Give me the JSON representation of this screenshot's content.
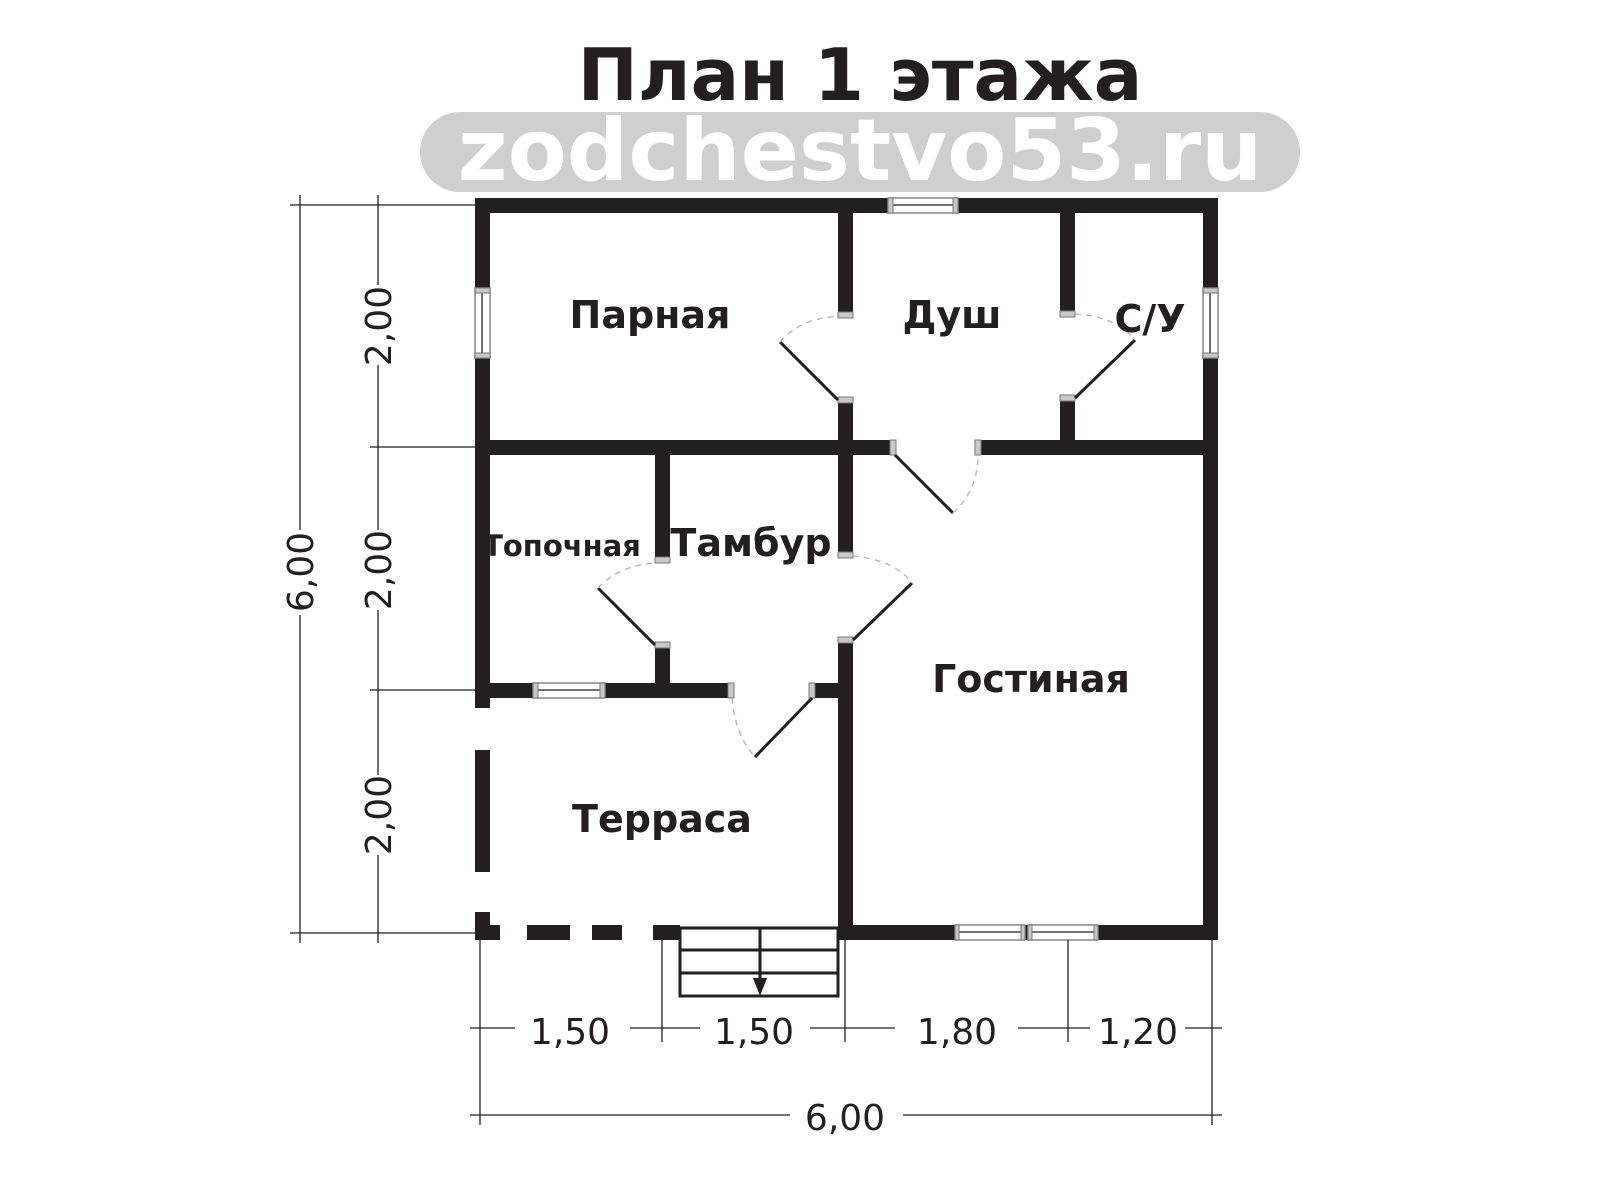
{
  "title": "План 1 этажа",
  "rooms": {
    "parnaya": "Парная",
    "dush": "Душ",
    "su": "С/У",
    "topochnaya": "Топочная",
    "tambur": "Тамбур",
    "gostinaya": "Гостиная",
    "terrasa": "Терраса"
  },
  "dimensions": {
    "left_total": "6,00",
    "left_segments": [
      "2,00",
      "2,00",
      "2,00"
    ],
    "bottom_segments": [
      "1,50",
      "1,50",
      "1,80",
      "1,20"
    ],
    "bottom_total": "6,00"
  },
  "watermark": "zodchestvo53.ru"
}
